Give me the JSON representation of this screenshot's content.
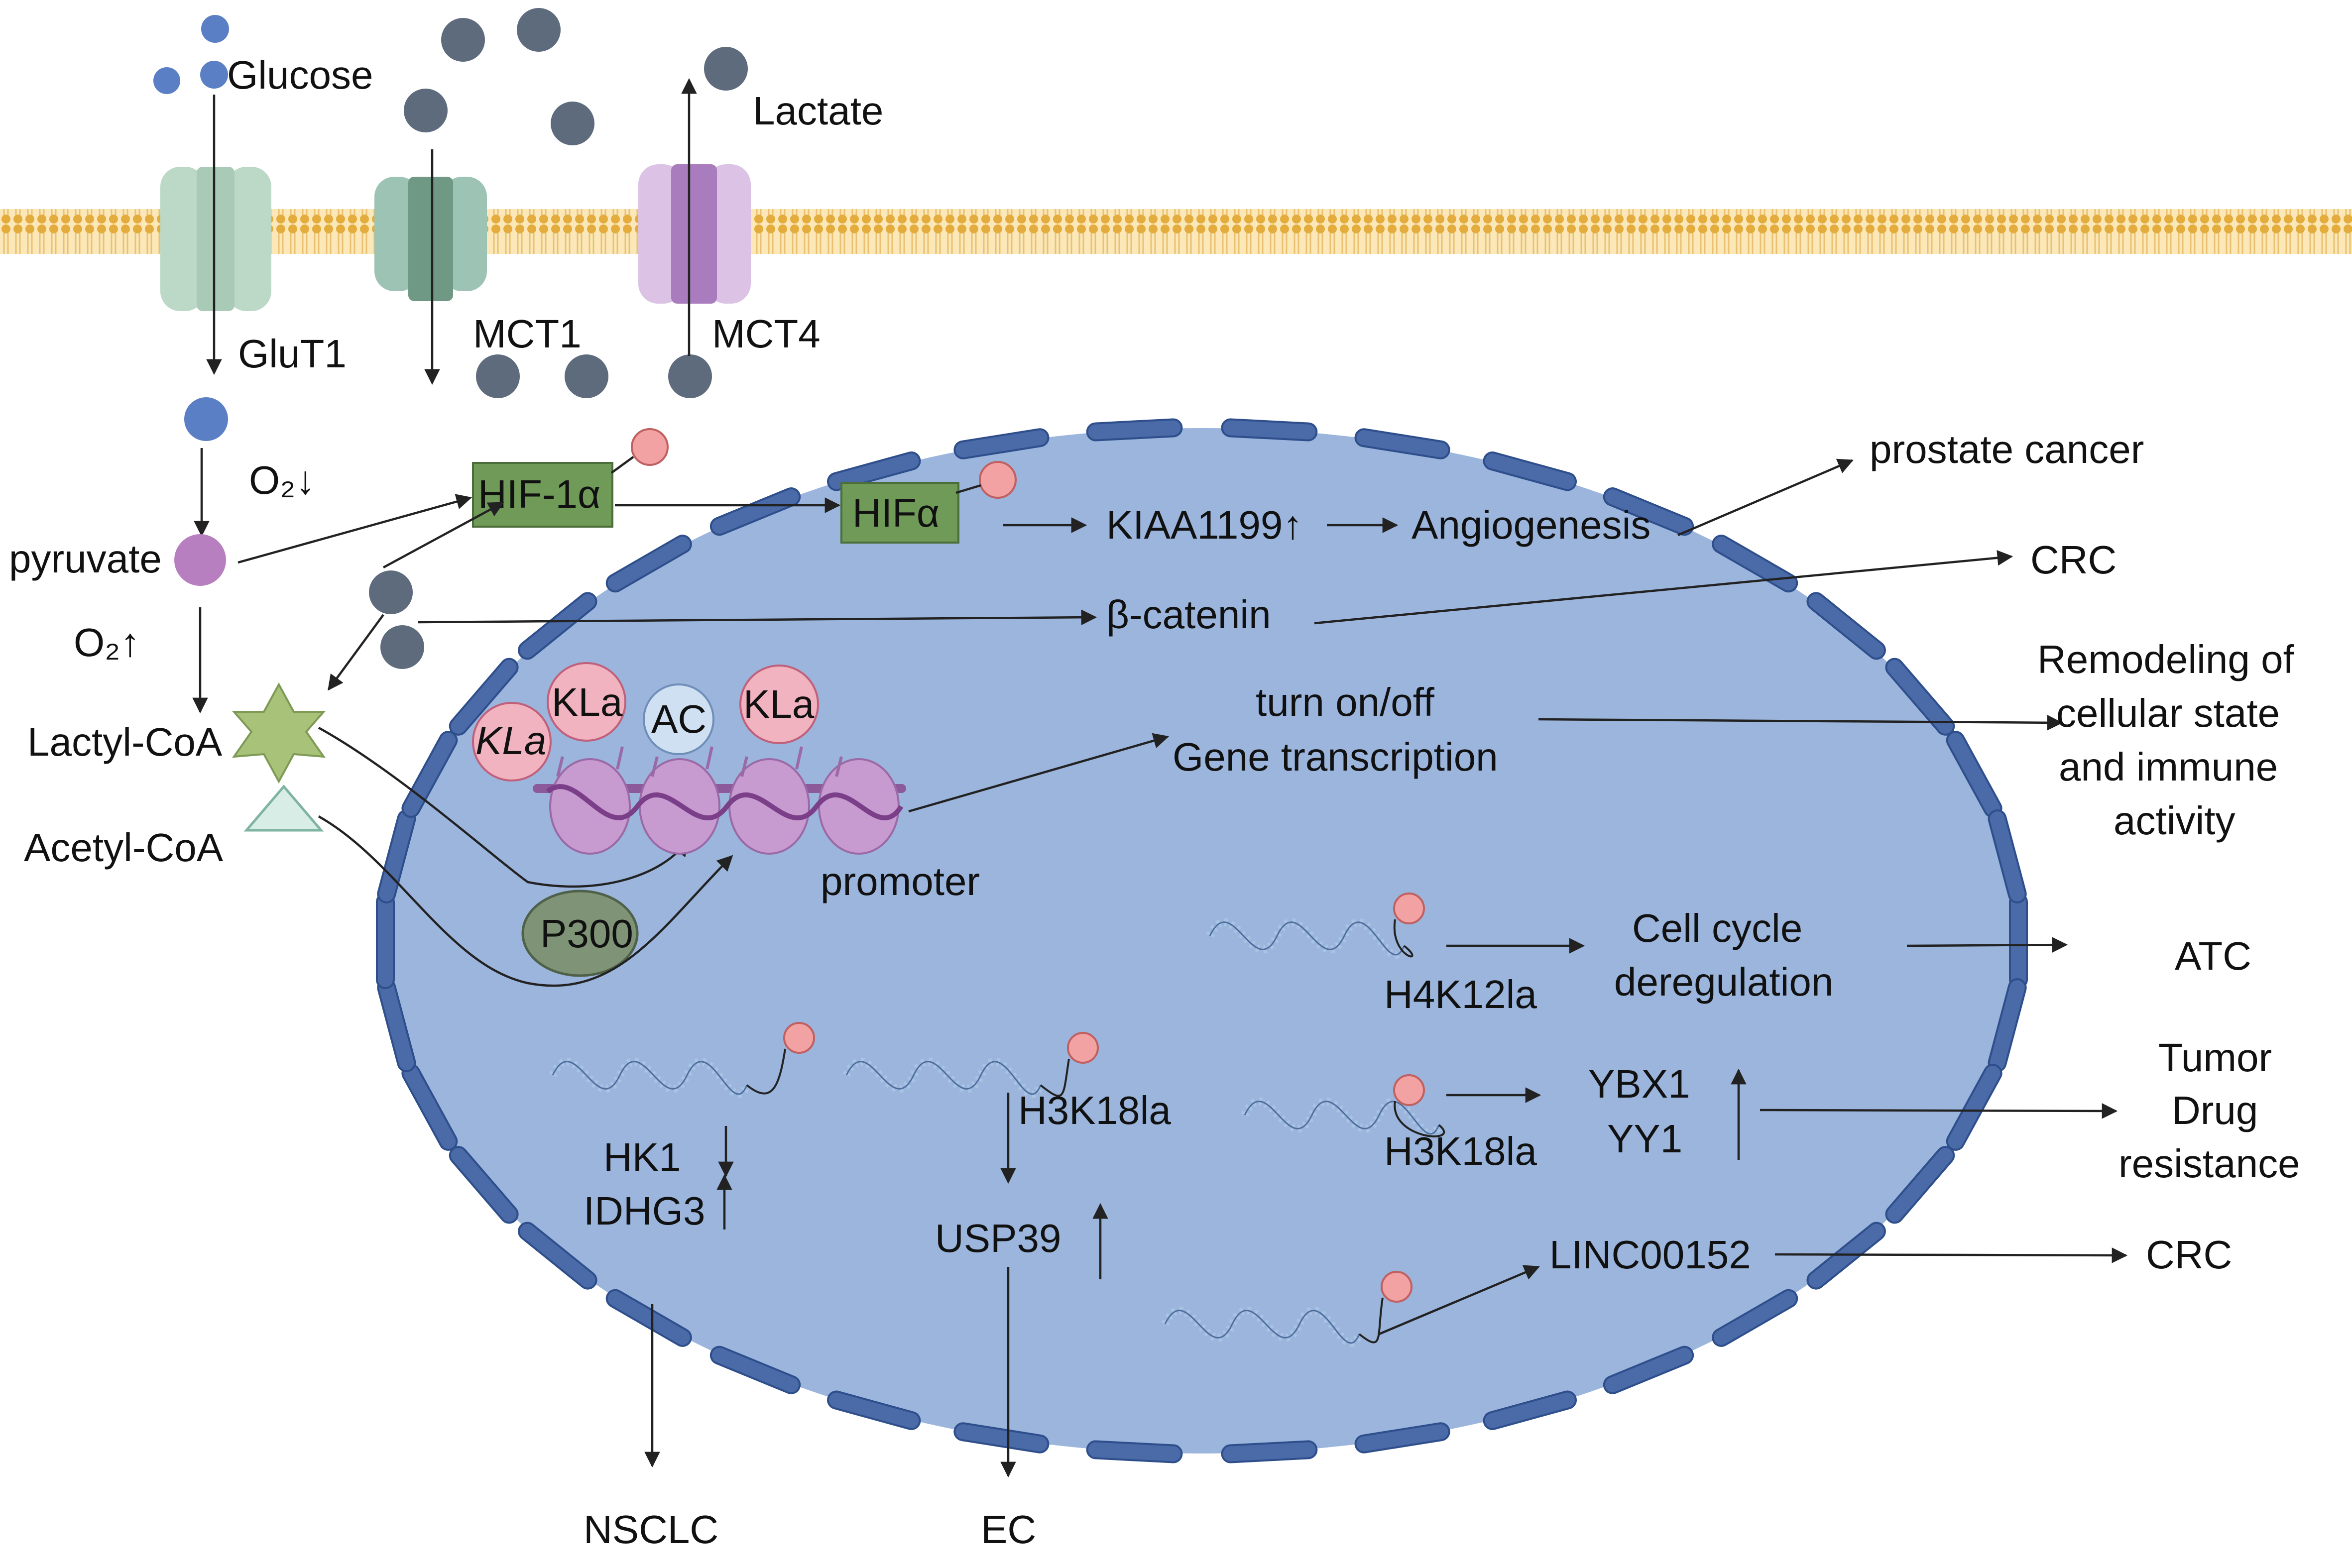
{
  "colors": {
    "nucleus_fill": "#9bb5dd",
    "nucleus_ring": "#4a6aa8",
    "membrane": "#e8b54a",
    "glucose_dot": "#5b7fc4",
    "lactate_dot": "#5d6b7c",
    "pyruvate": "#b87fc0",
    "hif_box": "#6f9a58",
    "phospho_dot": "#f2a2a2",
    "kla_circle": "#f2b3c0",
    "ac_circle": "#cfe0f2",
    "p300": "#7f9477",
    "lactyl_star": "#a8c27a",
    "acetyl_triangle": "#d7ede6",
    "glut1": "#bcd8c6",
    "mct1": "#7da796",
    "mct4": "#c9a8d6",
    "histone": "#c79bcf"
  },
  "extracellular": {
    "glucose": "Glucose",
    "lactate": "Lactate"
  },
  "transporters": {
    "glut1": "GluT1",
    "mct1": "MCT1",
    "mct4": "MCT4"
  },
  "cytoplasm": {
    "o2_down": "O₂↓",
    "o2_up": "O₂↑",
    "pyruvate": "pyruvate",
    "lactyl_coa": "Lactyl-CoA",
    "acetyl_coa": "Acetyl-CoA",
    "hif1a": "HIF-1α",
    "p300": "P300"
  },
  "nucleus": {
    "hifa": "HIFα",
    "kiaa1199": "KIAA1199↑",
    "angiogenesis": "Angiogenesis",
    "beta_catenin": "β-catenin",
    "kla_1": "KLa",
    "kla_2": "KLa",
    "kla_3": "KLa",
    "ac": "AC",
    "turn_on_off": "turn on/off",
    "gene_transcription": "Gene transcription",
    "promoter": "promoter",
    "h4k12la": "H4K12la",
    "cell_cycle_1": "Cell cycle",
    "cell_cycle_2": "deregulation",
    "hk1": "HK1",
    "idhg3": "IDHG3",
    "h3k18la_1": "H3K18la",
    "usp39": "USP39",
    "h3k18la_2": "H3K18la",
    "ybx1": "YBX1",
    "yy1": "YY1",
    "linc": "LINC00152"
  },
  "outcomes": {
    "prostate_cancer": "prostate cancer",
    "crc_1": "CRC",
    "remodeling_1": "Remodeling of",
    "remodeling_2": "cellular state",
    "remodeling_3": "and immune",
    "remodeling_4": "activity",
    "atc": "ATC",
    "tumor": "Tumor",
    "drug": "Drug",
    "resistance": "resistance",
    "crc_2": "CRC",
    "nsclc": "NSCLC",
    "ec": "EC"
  }
}
